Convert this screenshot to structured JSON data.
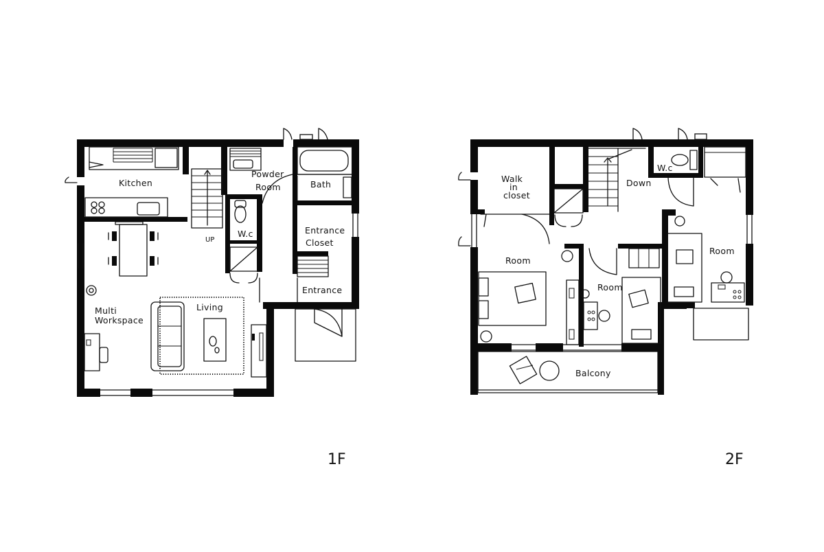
{
  "plans": [
    {
      "floor_label": "1F",
      "rooms": {
        "kitchen": "Kitchen",
        "powder_room_1": "Powder",
        "powder_room_2": "Room",
        "bath": "Bath",
        "up": "UP",
        "wc": "W.c",
        "entrance_closet_1": "Entrance",
        "entrance_closet_2": "Closet",
        "entrance": "Entrance",
        "multi_workspace_1": "Multi",
        "multi_workspace_2": "Workspace",
        "living": "Living"
      }
    },
    {
      "floor_label": "2F",
      "rooms": {
        "walk_in_closet_1": "Walk",
        "walk_in_closet_2": "in",
        "walk_in_closet_3": "closet",
        "down": "Down",
        "wc": "W.c",
        "room_left": "Room",
        "room_center": "Room",
        "room_right": "Room",
        "balcony": "Balcony"
      }
    }
  ]
}
